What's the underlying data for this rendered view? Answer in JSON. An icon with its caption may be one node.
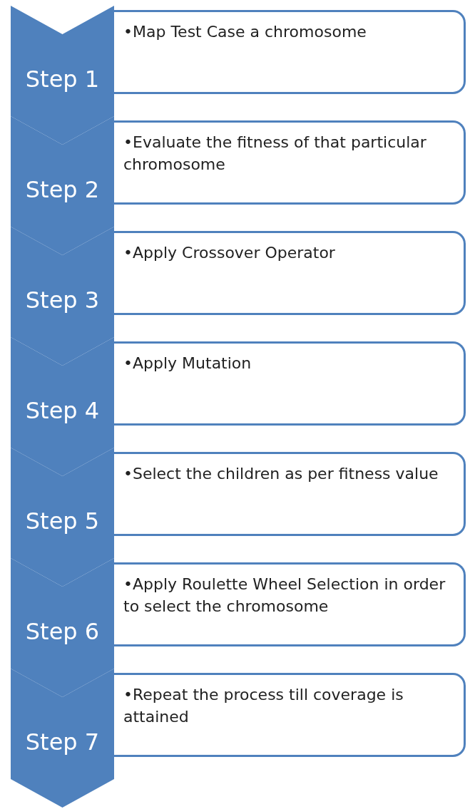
{
  "diagram": {
    "nodes": [
      {
        "text": [
          "Step 1"
        ]
      },
      {
        "text": [
          "•Map Test Case a chromosome"
        ]
      },
      {
        "text": [
          "Step 2"
        ]
      },
      {
        "text": [
          "•Evaluate the fitness of that particular chromosome"
        ]
      },
      {
        "text": [
          "Step 3"
        ]
      },
      {
        "text": [
          "•Apply Crossover Operator"
        ]
      },
      {
        "text": [
          "Step 4"
        ]
      },
      {
        "text": [
          "•Apply Mutation"
        ]
      },
      {
        "text": [
          "Step 5"
        ]
      },
      {
        "text": [
          "•Select the children as per fitness value"
        ]
      },
      {
        "text": [
          "Step 6"
        ]
      },
      {
        "text": [
          "•Apply Roulette Wheel Selection in order to select the chromosome"
        ]
      },
      {
        "text": [
          "Step 7"
        ]
      },
      {
        "text": [
          "•Repeat the process till coverage is attained"
        ]
      }
    ]
  }
}
